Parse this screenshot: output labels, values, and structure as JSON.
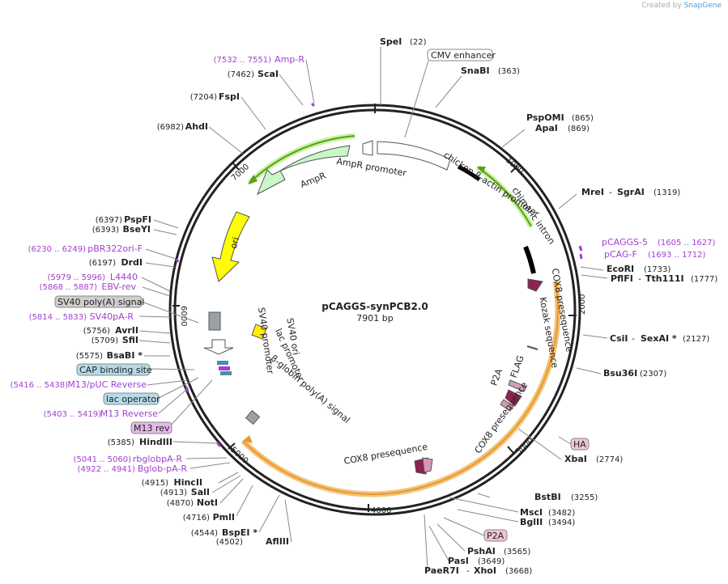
{
  "credit": {
    "prefix": "Created by",
    "brand": "SnapGene"
  },
  "plasmid": {
    "name": "pCAGGS-synPCB2.0",
    "length": "7901 bp"
  },
  "sites": [
    {
      "id": "s-spei",
      "name": "SpeI",
      "pos": "(22)"
    },
    {
      "id": "s-snabi",
      "name": "SnaBI",
      "pos": "(363)"
    },
    {
      "id": "s-pspomi",
      "name": "PspOMI",
      "pos": "(865)"
    },
    {
      "id": "s-apai",
      "name": "ApaI",
      "pos": "(869)"
    },
    {
      "id": "s-mrei",
      "name": "MreI",
      "sep": "-",
      "name2": "SgrAI",
      "pos": "(1319)"
    },
    {
      "id": "s-ecori",
      "name": "EcoRI",
      "pos": "(1733)"
    },
    {
      "id": "s-pflfi",
      "name": "PflFI",
      "sep": "-",
      "name2": "Tth111I",
      "pos": "(1777)"
    },
    {
      "id": "s-csii",
      "name": "CsiI",
      "sep": "-",
      "name2": "SexAI *",
      "pos": "(2127)"
    },
    {
      "id": "s-bsu36i",
      "name": "Bsu36I",
      "pos": "(2307)"
    },
    {
      "id": "s-xbai",
      "name": "XbaI",
      "pos": "(2774)"
    },
    {
      "id": "s-bstbi",
      "name": "BstBI",
      "pos": "(3255)"
    },
    {
      "id": "s-msci",
      "name": "MscI",
      "pos": "(3482)"
    },
    {
      "id": "s-bglii",
      "name": "BglII",
      "pos": "(3494)"
    },
    {
      "id": "s-pshai",
      "name": "PshAI",
      "pos": "(3565)"
    },
    {
      "id": "s-pasi",
      "name": "PasI",
      "pos": "(3649)"
    },
    {
      "id": "s-paer7i",
      "name": "PaeR7I",
      "sep": "-",
      "name2": "XhoI",
      "pos": "(3668)"
    },
    {
      "id": "s-afliii",
      "name": "AflIII",
      "pos": "(4502)"
    },
    {
      "id": "s-bspei",
      "name": "BspEI *",
      "pos": "(4544)"
    },
    {
      "id": "s-pmli",
      "name": "PmlI",
      "pos": "(4716)"
    },
    {
      "id": "s-noti",
      "name": "NotI",
      "pos": "(4870)"
    },
    {
      "id": "s-sali",
      "name": "SalI",
      "pos": "(4913)"
    },
    {
      "id": "s-hincii",
      "name": "HincII",
      "pos": "(4915)"
    },
    {
      "id": "s-hindiii",
      "name": "HindIII",
      "pos": "(5385)"
    },
    {
      "id": "s-bsabi",
      "name": "BsaBI *",
      "pos": "(5575)"
    },
    {
      "id": "s-sfii",
      "name": "SfiI",
      "pos": "(5709)"
    },
    {
      "id": "s-avrii",
      "name": "AvrII",
      "pos": "(5756)"
    },
    {
      "id": "s-drdi",
      "name": "DrdI",
      "pos": "(6197)"
    },
    {
      "id": "s-bseyi",
      "name": "BseYI",
      "pos": "(6393)"
    },
    {
      "id": "s-pspfi",
      "name": "PspFI",
      "pos": "(6397)"
    },
    {
      "id": "s-ahdi",
      "name": "AhdI",
      "pos": "(6982)"
    },
    {
      "id": "s-fspi",
      "name": "FspI",
      "pos": "(7204)"
    },
    {
      "id": "s-scai",
      "name": "ScaI",
      "pos": "(7462)"
    }
  ],
  "primers": [
    {
      "id": "p-ampr",
      "name": "Amp-R",
      "pos": "(7532 .. 7551)"
    },
    {
      "id": "p-pcaggs5",
      "name": "pCAGGS-5",
      "pos": "(1605 .. 1627)"
    },
    {
      "id": "p-pcagf",
      "name": "pCAG-F",
      "pos": "(1693 .. 1712)"
    },
    {
      "id": "p-pbr322",
      "name": "pBR322ori-F",
      "pos": "(6230 .. 6249)"
    },
    {
      "id": "p-l4440",
      "name": "L4440",
      "pos": "(5979 .. 5996)"
    },
    {
      "id": "p-ebvrev",
      "name": "EBV-rev",
      "pos": "(5868 .. 5887)"
    },
    {
      "id": "p-sv40par",
      "name": "SV40pA-R",
      "pos": "(5814 .. 5833)"
    },
    {
      "id": "p-m13puc",
      "name": "M13/pUC Reverse",
      "pos": "(5416 .. 5438)"
    },
    {
      "id": "p-m13rev",
      "name": "M13 Reverse",
      "pos": "(5403 .. 5419)"
    },
    {
      "id": "p-rbglob",
      "name": "rbglobpA-R",
      "pos": "(5041 .. 5060)"
    },
    {
      "id": "p-bglob",
      "name": "Bglob-pA-R",
      "pos": "(4922 .. 4941)"
    }
  ],
  "boxes": {
    "cmv": "CMV enhancer",
    "sv40pa": "SV40 poly(A) signal",
    "cap": "CAP binding site",
    "lacop": "lac operator",
    "m13rev": "M13 rev",
    "ha": "HA",
    "p2a": "P2A"
  },
  "features": {
    "ampr_promoter": "AmpR promoter",
    "ampr": "AmpR",
    "ori": "ori",
    "sv40_promoter": "SV40 promoter",
    "sv40_ori": "SV40 ori",
    "lac_promoter": "lac promoter",
    "bglobin": "β-globin poly(A) signal",
    "chicken": "chicken β-actin promoter",
    "chimeric": "chimeric intron",
    "cox8_top": "COX8 presequence",
    "kozak": "Kozak sequence",
    "flag": "FLAG",
    "p2a": "P2A",
    "cox8_mid": "COX8 presequence",
    "cox8_bottom": "COX8 presequence"
  },
  "ticks": [
    "1000",
    "2000",
    "3000",
    "4000",
    "5000",
    "6000",
    "7000"
  ],
  "colors": {
    "ring": "#222222",
    "ampr": "#c8f7c8",
    "ori": "#ffff00",
    "cox8": "#8b2252",
    "gfp_line": "#7cc242",
    "orf": "#f5a623",
    "primer": "#a23fd0",
    "feature_box": "#b5dbe8",
    "pink_box": "#f1c3d6",
    "gray_box": "#cfcfcf"
  }
}
